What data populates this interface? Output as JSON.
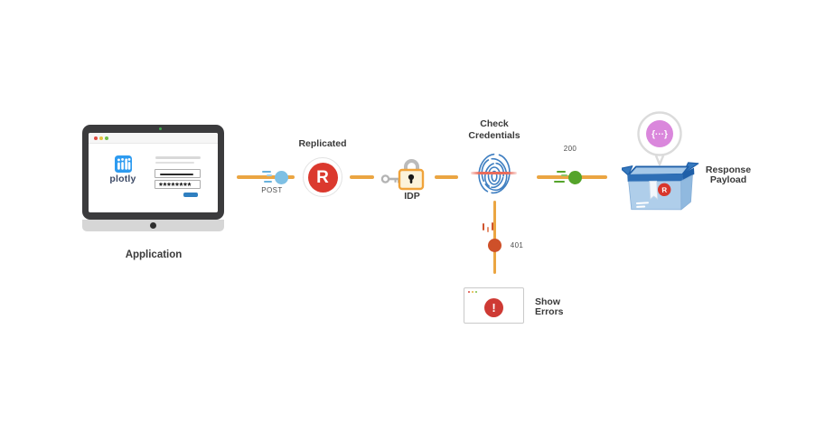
{
  "colors": {
    "flow_line": "#EBA542",
    "post_packet_blue": "#7EC0E4",
    "success_packet_green": "#55A42B",
    "error_packet_orange": "#CE5029",
    "replicated_red": "#DB392E",
    "alert_red": "#CE3A34",
    "fingerprint_blue": "#3E7EC1",
    "scan_line_red": "#E96B5B",
    "payload_pink": "#DA87DC",
    "box_blue": "#AFCEEA",
    "lock_border_orange": "#F0A33A"
  },
  "application": {
    "label": "Application",
    "brand": "plotly",
    "password_value": "********"
  },
  "flow": {
    "post_label": "POST",
    "success_code": "200",
    "error_code": "401"
  },
  "replicated": {
    "label": "Replicated",
    "letter": "R"
  },
  "idp": {
    "label": "IDP"
  },
  "check_credentials": {
    "label": "Check Credentials"
  },
  "show_errors": {
    "label": "Show Errors",
    "alert_glyph": "!"
  },
  "response_payload": {
    "label": "Response Payload",
    "bubble_glyph": "{···}",
    "badge_letter": "R"
  }
}
